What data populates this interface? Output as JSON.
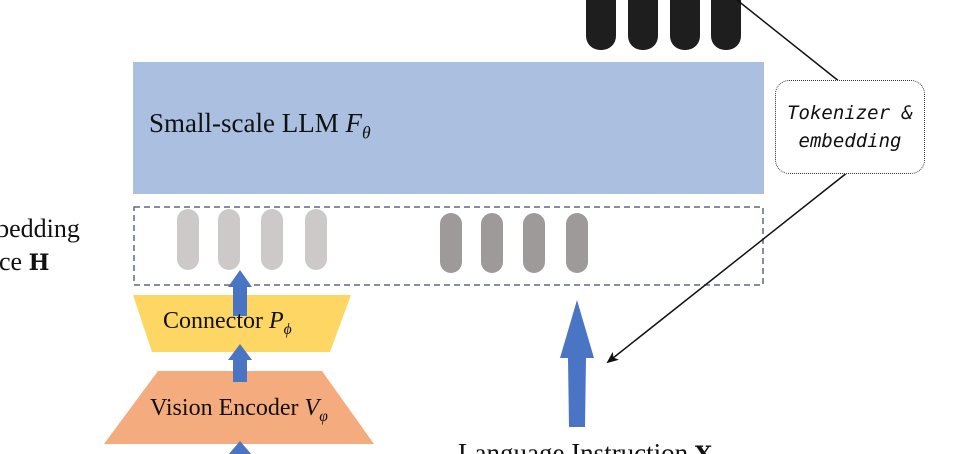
{
  "llm": {
    "label_text": "Small-scale LLM ",
    "symbol": "F",
    "subscript": "θ"
  },
  "embedding_space": {
    "line1": "Embedding",
    "line2": "Space ",
    "symbol": "H"
  },
  "connector": {
    "label_text": "Connector ",
    "symbol": "P",
    "subscript": "ϕ"
  },
  "vision_encoder": {
    "label_text": "Vision Encoder ",
    "symbol": "V",
    "subscript": "φ"
  },
  "tokenizer": {
    "line1": "Tokenizer &",
    "line2": "embedding"
  },
  "language_instruction": {
    "label_text": "Language Instruction ",
    "symbol": "X"
  },
  "colors": {
    "llm_fill": "#abbfe1",
    "connector_fill": "#fdd663",
    "vision_encoder_fill": "#f4ab7d",
    "arrow_blue": "#4a74c4",
    "visual_token": "#cdc9c9",
    "text_token": "#9f9a9a",
    "top_token": "#1e1e1e"
  }
}
